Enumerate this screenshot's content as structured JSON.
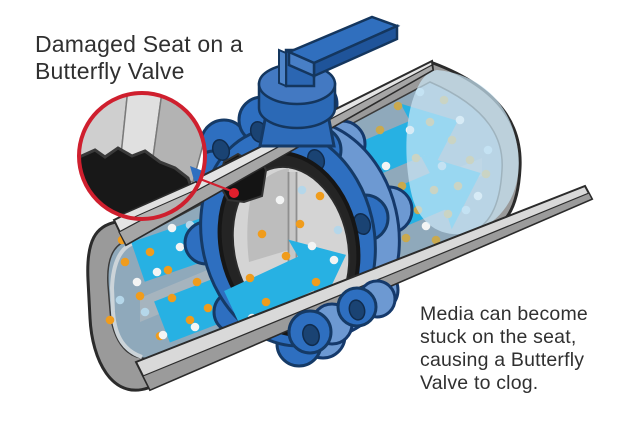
{
  "title": "Damaged Seat on a\nButterfly Valve",
  "caption": "Media can become\nstuck on the seat,\ncausing a Butterfly\nValve to clog.",
  "colors": {
    "callout_red": "#cf1f2e",
    "pointer_red": "#d32030",
    "valve_blue": "#2e6fc0",
    "valve_blue_dark": "#1f549a",
    "valve_blue_light": "#6d99d2",
    "valve_hole_navy": "#1a4373",
    "arrow_cyan": "#27b1e3",
    "pipe_gray": "#9a9a9a",
    "pipe_rim_light": "#e2e2e2",
    "pipe_interior": "#8fa9bb",
    "plume_blue": "#cbe7f7",
    "seat_black": "#242424",
    "disc_gray": "#d4d4d4",
    "particle_orange": "#f09c1c",
    "particle_tan": "#c9a94e",
    "particle_white": "#f3f4f4",
    "particle_light_blue": "#b5d7ea"
  },
  "particles": {
    "base": [
      [
        150,
        252,
        "o"
      ],
      [
        168,
        270,
        "o"
      ],
      [
        110,
        320,
        "o"
      ],
      [
        172,
        298,
        "o"
      ],
      [
        193,
        228,
        "o"
      ],
      [
        215,
        231,
        "o"
      ],
      [
        190,
        320,
        "o"
      ],
      [
        217,
        340,
        "o"
      ],
      [
        243,
        224,
        "o"
      ],
      [
        197,
        282,
        "o"
      ],
      [
        232,
        293,
        "o"
      ],
      [
        262,
        320,
        "o"
      ],
      [
        233,
        342,
        "o"
      ],
      [
        180,
        348,
        "o"
      ],
      [
        257,
        270,
        "o"
      ],
      [
        243,
        250,
        "o"
      ],
      [
        125,
        262,
        "o"
      ],
      [
        140,
        296,
        "o"
      ],
      [
        160,
        336,
        "o"
      ],
      [
        208,
        308,
        "o"
      ],
      [
        122,
        240,
        "o"
      ],
      [
        205,
        258,
        "o"
      ],
      [
        180,
        247,
        "w"
      ],
      [
        157,
        272,
        "w"
      ],
      [
        217,
        253,
        "w"
      ],
      [
        195,
        327,
        "w"
      ],
      [
        220,
        320,
        "w"
      ],
      [
        253,
        340,
        "w"
      ],
      [
        163,
        335,
        "w"
      ],
      [
        137,
        282,
        "w"
      ],
      [
        230,
        264,
        "w"
      ],
      [
        172,
        228,
        "w"
      ],
      [
        190,
        225,
        "b"
      ],
      [
        253,
        231,
        "b"
      ],
      [
        145,
        312,
        "b"
      ],
      [
        120,
        300,
        "b"
      ],
      [
        352,
        212,
        "t"
      ],
      [
        372,
        192,
        "t"
      ],
      [
        390,
        214,
        "t"
      ],
      [
        368,
        236,
        "t"
      ],
      [
        402,
        186,
        "t"
      ],
      [
        418,
        210,
        "t"
      ],
      [
        434,
        190,
        "t"
      ],
      [
        448,
        214,
        "t"
      ],
      [
        406,
        238,
        "t"
      ],
      [
        360,
        160,
        "t"
      ],
      [
        380,
        130,
        "t"
      ],
      [
        398,
        106,
        "t"
      ],
      [
        430,
        122,
        "t"
      ],
      [
        452,
        140,
        "t"
      ],
      [
        470,
        160,
        "t"
      ],
      [
        458,
        186,
        "t"
      ],
      [
        486,
        174,
        "t"
      ],
      [
        436,
        240,
        "t"
      ],
      [
        416,
        158,
        "t"
      ],
      [
        444,
        100,
        "t"
      ],
      [
        348,
        186,
        "w"
      ],
      [
        386,
        166,
        "w"
      ],
      [
        410,
        130,
        "w"
      ],
      [
        426,
        226,
        "w"
      ],
      [
        460,
        120,
        "w"
      ],
      [
        478,
        196,
        "w"
      ],
      [
        394,
        250,
        "w"
      ],
      [
        362,
        258,
        "w"
      ],
      [
        356,
        140,
        "b"
      ],
      [
        376,
        222,
        "b"
      ],
      [
        442,
        166,
        "b"
      ],
      [
        466,
        210,
        "b"
      ],
      [
        488,
        150,
        "b"
      ],
      [
        420,
        92,
        "b"
      ]
    ],
    "front": [
      [
        262,
        234,
        "o"
      ],
      [
        300,
        224,
        "o"
      ],
      [
        286,
        256,
        "o"
      ],
      [
        316,
        282,
        "o"
      ],
      [
        266,
        302,
        "o"
      ],
      [
        296,
        316,
        "o"
      ],
      [
        250,
        278,
        "o"
      ],
      [
        330,
        300,
        "o"
      ],
      [
        320,
        196,
        "o"
      ],
      [
        280,
        200,
        "w"
      ],
      [
        312,
        246,
        "w"
      ],
      [
        270,
        330,
        "w"
      ],
      [
        334,
        260,
        "w"
      ],
      [
        252,
        318,
        "w"
      ],
      [
        302,
        190,
        "b"
      ],
      [
        338,
        230,
        "b"
      ]
    ]
  }
}
